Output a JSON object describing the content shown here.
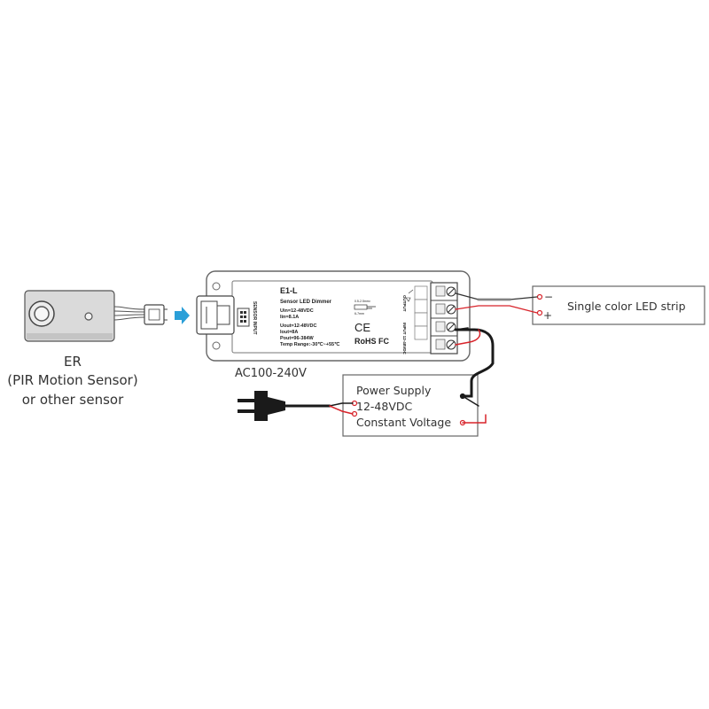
{
  "sensor": {
    "name": "ER",
    "line2": "(PIR Motion Sensor)",
    "line3": "or other sensor"
  },
  "dimmer": {
    "model": "E1-L",
    "subtitle": "Sensor LED Dimmer",
    "uin": "Uin=12-48VDC",
    "iin": "Iin=8.1A",
    "uout": "Uout=12-48VDC",
    "iout": "Iout=8A",
    "pout": "Pout=96-384W",
    "temp": "Temp Range:-30℃~+55℃",
    "sensor_port": "SENSOR INPUT",
    "output_label": "OUTPUT",
    "input_label": "INPUT 12-48VDC",
    "dip_top": "0.5-2.5mm²",
    "dip_bottom": "6-7mm",
    "ce": "CE",
    "rohs": "RoHS FC"
  },
  "ac_label": "AC100-240V",
  "power_supply": {
    "line1": "Power Supply",
    "line2": "12-48VDC",
    "line3": "Constant Voltage"
  },
  "led_strip": {
    "label": "Single color LED strip",
    "minus": "−",
    "plus": "+"
  },
  "colors": {
    "wire_black": "#1a1a1a",
    "wire_red": "#d8232a",
    "arrow_blue": "#2b9fd8",
    "outline": "#888888",
    "sensor_fill": "#d9d9d9"
  }
}
